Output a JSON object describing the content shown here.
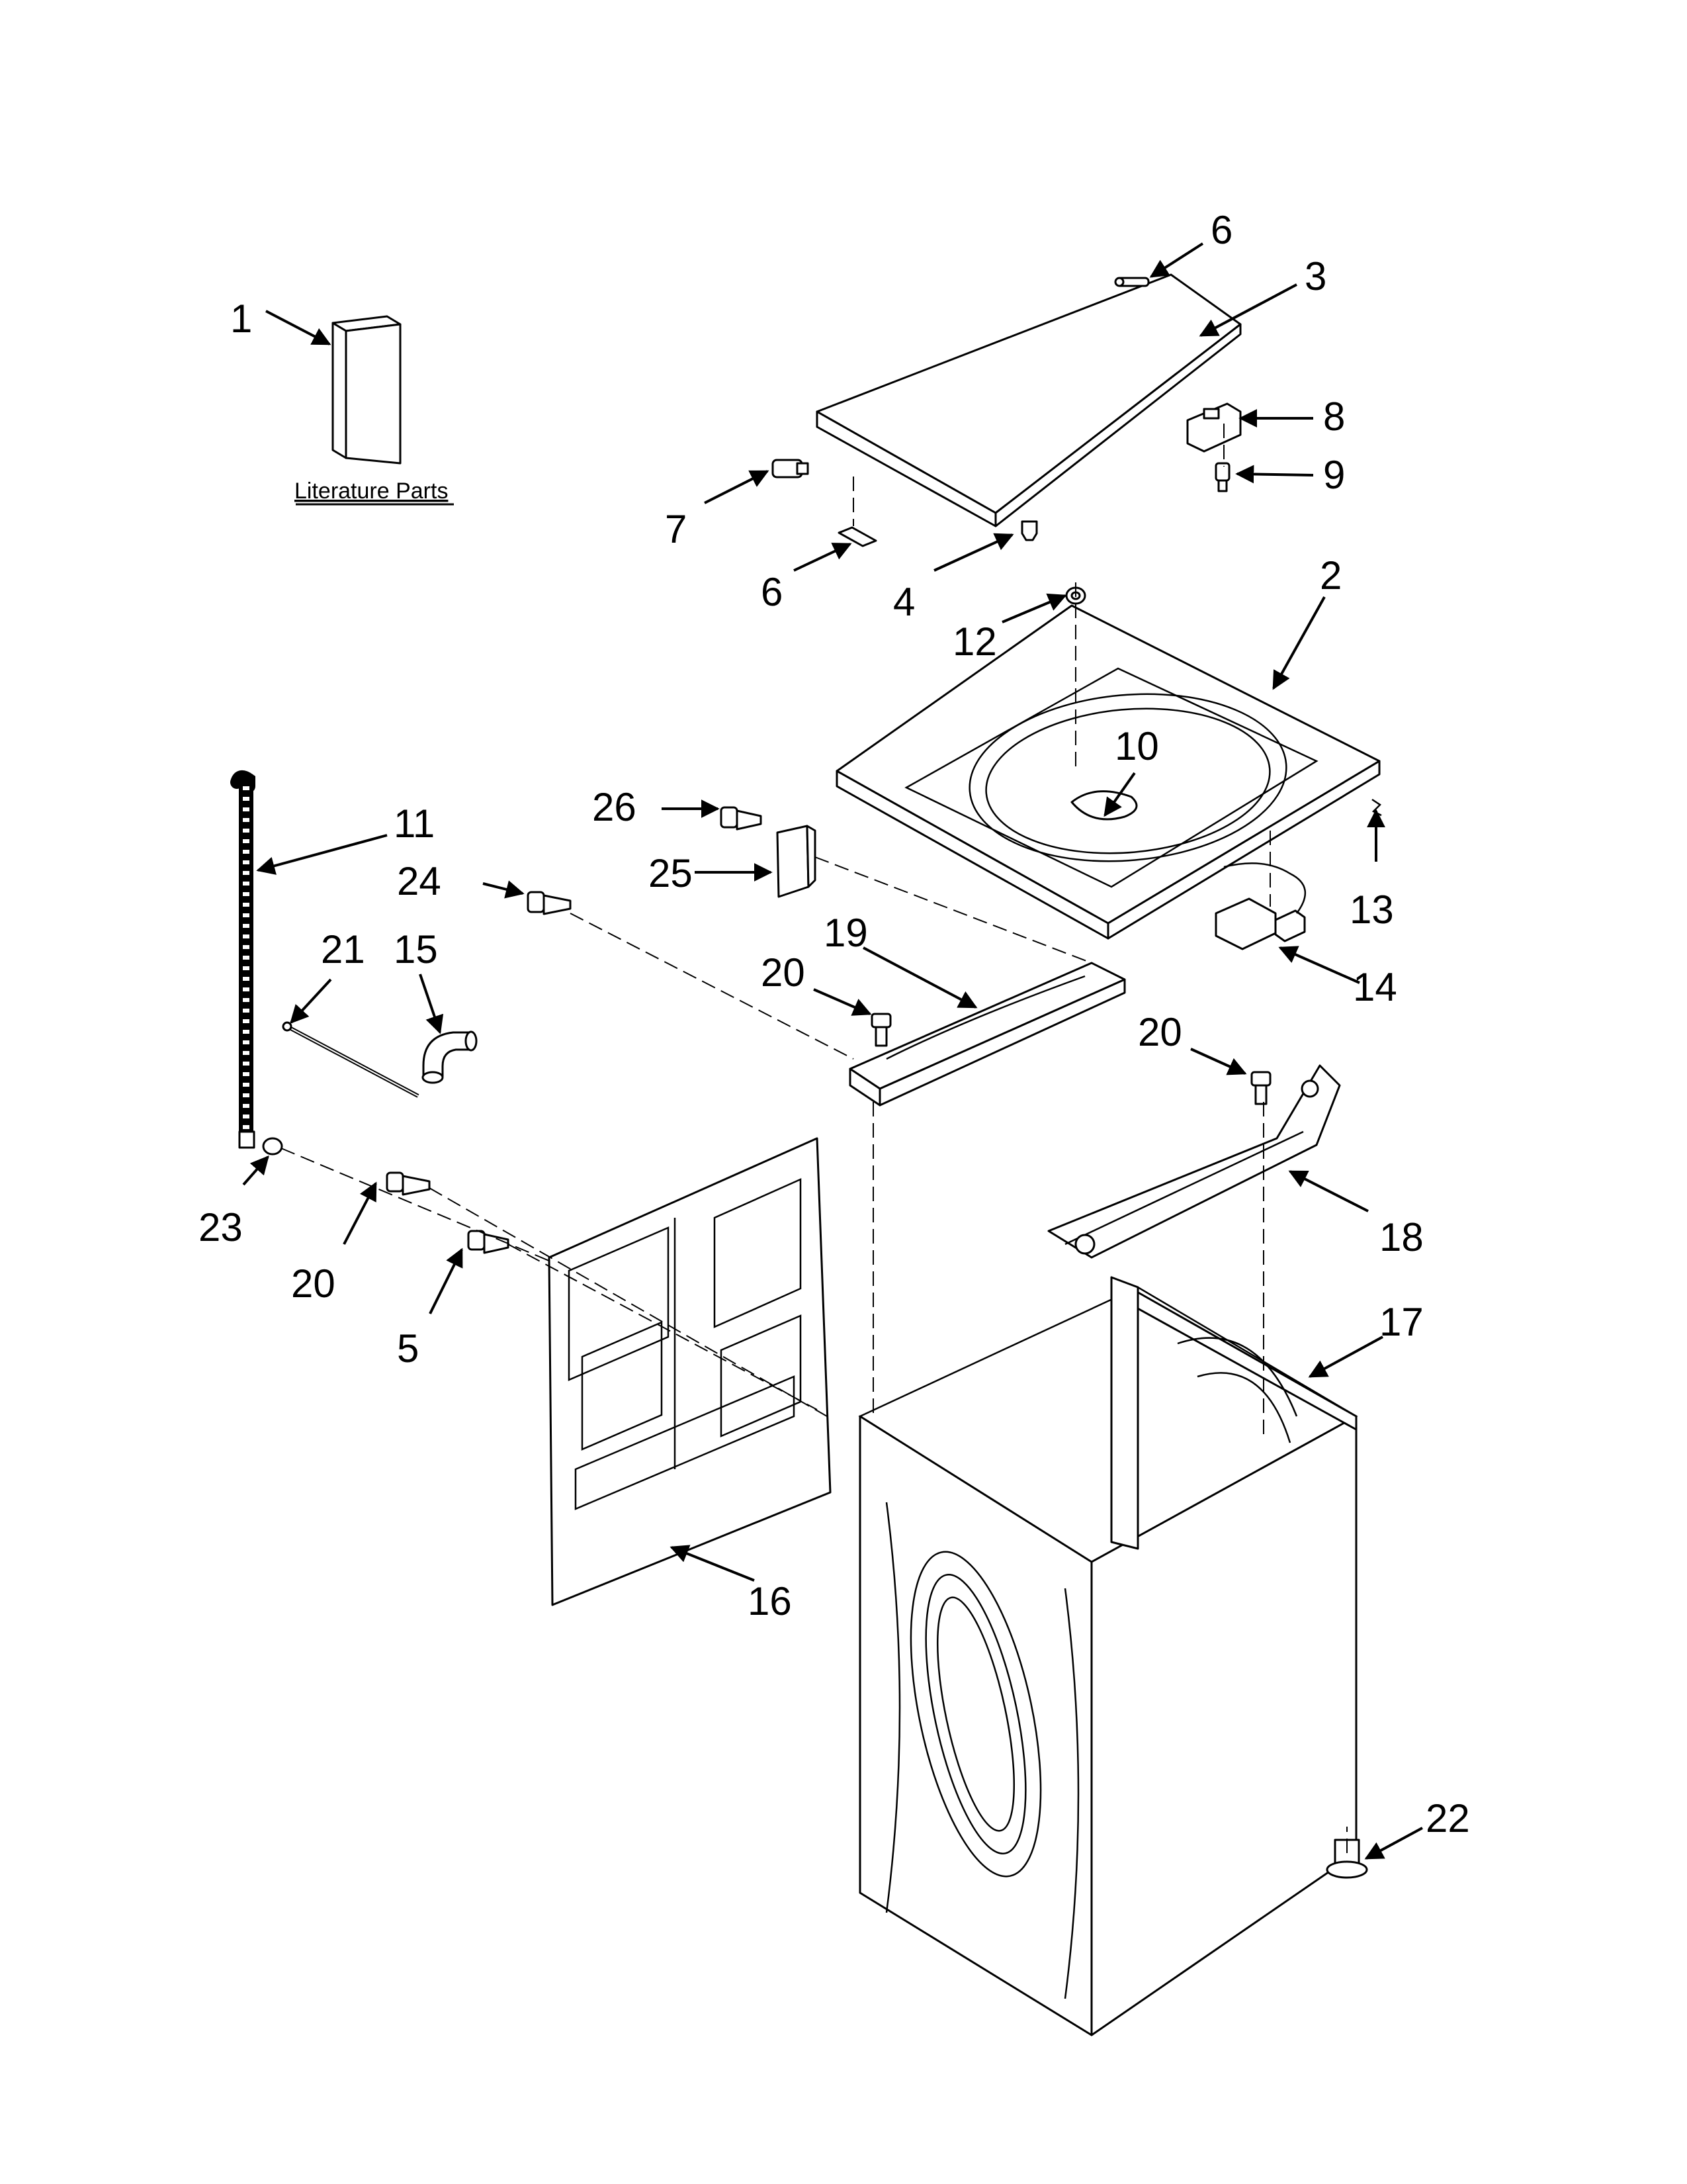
{
  "literature_label": "Literature Parts",
  "callouts": [
    "1",
    "2",
    "3",
    "4",
    "5",
    "6",
    "6",
    "7",
    "8",
    "9",
    "10",
    "11",
    "12",
    "13",
    "14",
    "15",
    "16",
    "17",
    "18",
    "19",
    "20",
    "20",
    "20",
    "21",
    "22",
    "23",
    "24",
    "25",
    "26"
  ]
}
